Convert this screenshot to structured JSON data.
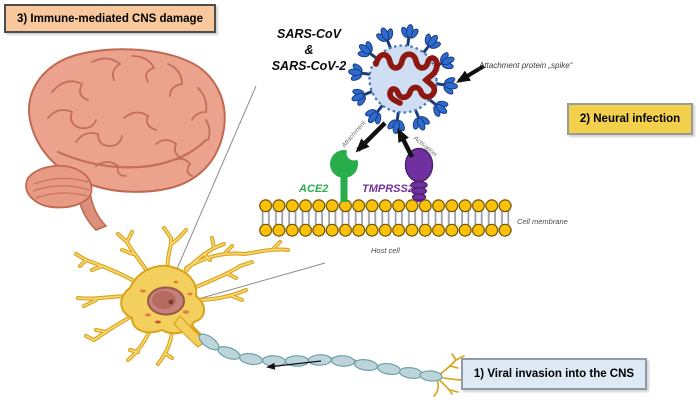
{
  "steps": {
    "step3_label": "3) Immune-mediated CNS damage",
    "step2_label": "2) Neural infection",
    "step1_label": "1) Viral invasion into the CNS"
  },
  "virus": {
    "name_line1": "SARS-CoV",
    "name_line2": "&",
    "name_line3": "SARS-CoV-2",
    "spike_label": "Attachment protein „spike“"
  },
  "receptors": {
    "ace2_label": "ACE2",
    "tmprss2_label": "TMPRSS2",
    "attachment_label": "Attachment",
    "activation_label": "Activation"
  },
  "cell": {
    "membrane_label": "Cell membrane",
    "host_label": "Host cell"
  },
  "icons": {
    "brain": "brain-illustration",
    "neuron": "neuron-illustration",
    "virus": "virus-particle-illustration",
    "membrane": "lipid-bilayer-illustration",
    "ace2": "ace2-receptor-shape",
    "tmprss2": "tmprss2-receptor-shape"
  },
  "colors": {
    "box3-bg": "#f8c89c",
    "box3-border": "#4d4d4d",
    "box2-bg": "#f2d04b",
    "box2-border": "#9a9a9a",
    "box1-bg": "#dde9f4",
    "box1-border": "#8f9aa6",
    "ace2-green": "#28ad4b",
    "tmprss2-purple": "#70309f",
    "tmprss2-outline": "#4b1f6e",
    "spike-blue": "#2e6bd0",
    "spike-outline": "#1a3d7c",
    "virus-body": "#cfdef2",
    "virus-outline": "#4a72b8",
    "rna-red": "#e3271b",
    "rna-outline": "#8e1710",
    "membrane-yellow": "#fdc10a",
    "membrane-outline": "#6b5200",
    "tail-grey": "#9aa0a6",
    "brain-pink": "#eba38d",
    "brain-outline": "#c06a52",
    "neuron-yellow": "#f3cf5e",
    "neuron-outline": "#d9a31e",
    "neuron-light": "#f6d76e",
    "myelin-fill": "#bdd5da",
    "myelin-outline": "#6aa2ab",
    "nucleus-fill": "#c4827a",
    "nucleus-outline": "#9a564a",
    "arrow-black": "#111111",
    "pointer-grey": "#8c8c8c",
    "label-grey": "#3d3d3d"
  }
}
